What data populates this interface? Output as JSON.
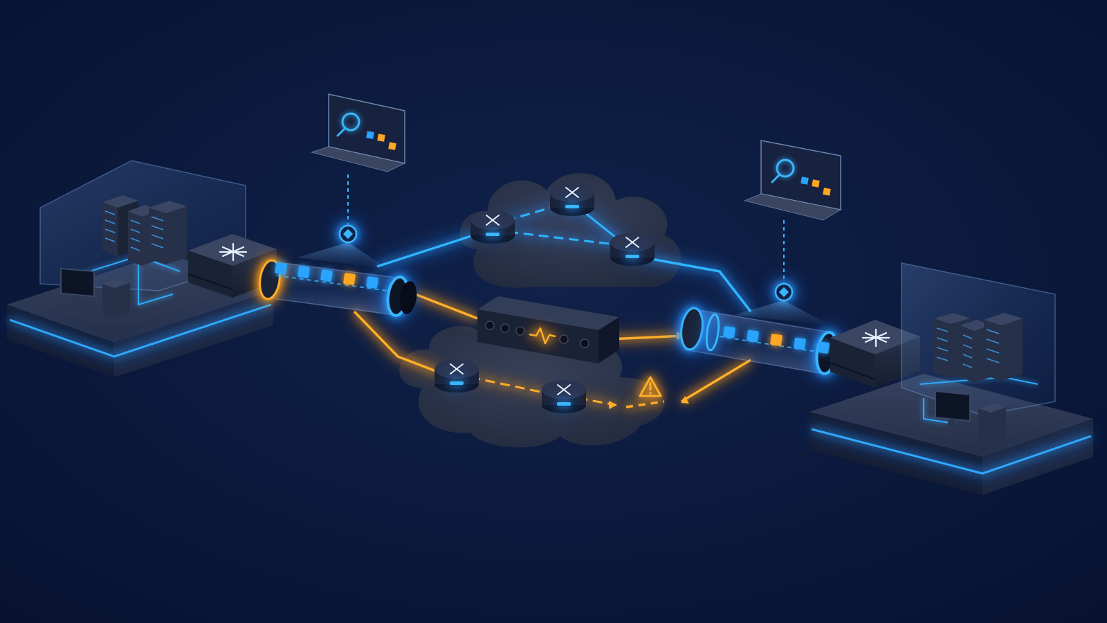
{
  "colors": {
    "background": "#0b1a3a",
    "background_edge": "#071230",
    "primary_path": "#2fb4ff",
    "backup_path": "#ffae2a",
    "warning": "#ffae2a",
    "panel": "#2a3550",
    "panel_dark": "#1b2540",
    "device": "#1a2236",
    "device_top": "#2b3550",
    "cloud": "#2a3247",
    "packet_blue": "#2aa4ff",
    "packet_orange": "#ffa622"
  },
  "nodes": [
    {
      "id": "site-left",
      "icon": "datacenter-icon"
    },
    {
      "id": "switch-left",
      "icon": "network-switch-icon"
    },
    {
      "id": "tunnel-left",
      "icon": "encrypted-tunnel-icon"
    },
    {
      "id": "monitor-left",
      "icon": "laptop-monitoring-icon"
    },
    {
      "id": "cloud-top",
      "icon": "cloud-icon"
    },
    {
      "id": "cloud-bottom",
      "icon": "cloud-icon"
    },
    {
      "id": "appliance-center",
      "icon": "heartbeat-appliance-icon"
    },
    {
      "id": "tunnel-right",
      "icon": "encrypted-tunnel-icon"
    },
    {
      "id": "monitor-right",
      "icon": "laptop-monitoring-icon"
    },
    {
      "id": "switch-right",
      "icon": "network-switch-icon"
    },
    {
      "id": "site-right",
      "icon": "datacenter-icon"
    },
    {
      "id": "warning",
      "icon": "warning-icon"
    }
  ],
  "routers_top": [
    {
      "name": "router-top-1",
      "icon": "router-icon"
    },
    {
      "name": "router-top-2",
      "icon": "router-icon"
    },
    {
      "name": "router-top-3",
      "icon": "router-icon"
    }
  ],
  "routers_bottom": [
    {
      "name": "router-bottom-1",
      "icon": "router-icon"
    },
    {
      "name": "router-bottom-2",
      "icon": "router-icon"
    }
  ],
  "tunnel_left_packets": [
    "blue",
    "blue",
    "blue",
    "orange",
    "blue"
  ],
  "tunnel_right_packets": [
    "blue",
    "blue",
    "orange",
    "blue",
    "blue"
  ]
}
